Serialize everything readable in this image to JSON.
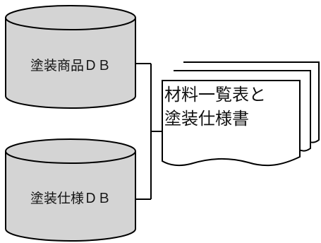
{
  "diagram": {
    "databases": [
      {
        "label": "塗装商品ＤＢ"
      },
      {
        "label": "塗装仕様ＤＢ"
      }
    ],
    "document": {
      "line1": "材料一覧表と",
      "line2": "塗装仕様書"
    }
  },
  "colors": {
    "cylinder_fill": "#d4d4d4",
    "stroke": "#000000",
    "document_fill": "#ffffff",
    "background": "#ffffff"
  }
}
